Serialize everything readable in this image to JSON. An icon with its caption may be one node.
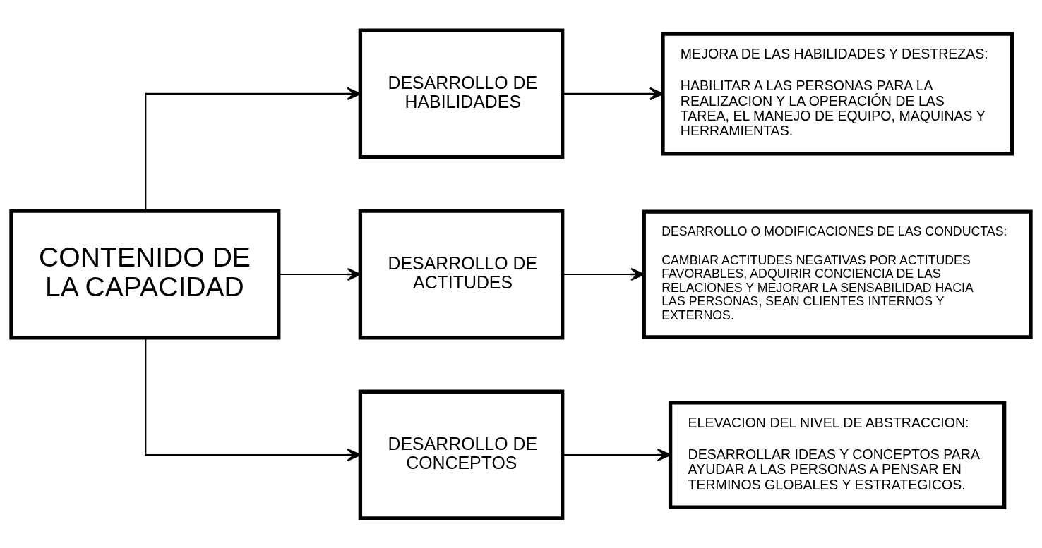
{
  "diagram": {
    "nodes": [
      {
        "text": [
          "CONTENIDO DE LA CAPACIDAD"
        ]
      },
      {
        "text": [
          "DESARROLLO DE HABILIDADES"
        ]
      },
      {
        "text": [
          "DESARROLLO DE ACTITUDES"
        ]
      },
      {
        "text": [
          "DESARROLLO DE CONCEPTOS"
        ]
      },
      {
        "text": [
          "MEJORA DE LAS HABILIDADES Y DESTREZAS:",
          "HABILITAR A LAS PERSONAS PARA LA REALIZACION Y LA OPERACIÓN DE LAS TAREA, EL MANEJO DE EQUIPO, MAQUINAS Y HERRAMIENTAS."
        ]
      },
      {
        "text": [
          "DESARROLLO O MODIFICACIONES DE LAS CONDUCTAS:",
          "CAMBIAR ACTITUDES NEGATIVAS POR ACTITUDES FAVORABLES, ADQUIRIR CONCIENCIA DE LAS RELACIONES Y MEJORAR LA SENSABILIDAD HACIA LAS PERSONAS, SEAN CLIENTES INTERNOS Y EXTERNOS."
        ]
      },
      {
        "text": [
          "ELEVACION DEL NIVEL DE ABSTRACCION:",
          "DESARROLLAR IDEAS Y CONCEPTOS PARA AYUDAR A LAS PERSONAS A PENSAR EN TERMINOS GLOBALES Y ESTRATEGICOS."
        ]
      }
    ],
    "edges": [
      {
        "from": 0,
        "to": 1,
        "arrow": "to"
      },
      {
        "from": 0,
        "to": 2,
        "arrow": "to"
      },
      {
        "from": 0,
        "to": 3,
        "arrow": "to"
      },
      {
        "from": 1,
        "to": 4,
        "arrow": "to"
      },
      {
        "from": 2,
        "to": 5,
        "arrow": "to"
      },
      {
        "from": 3,
        "to": 6,
        "arrow": "to"
      }
    ]
  }
}
